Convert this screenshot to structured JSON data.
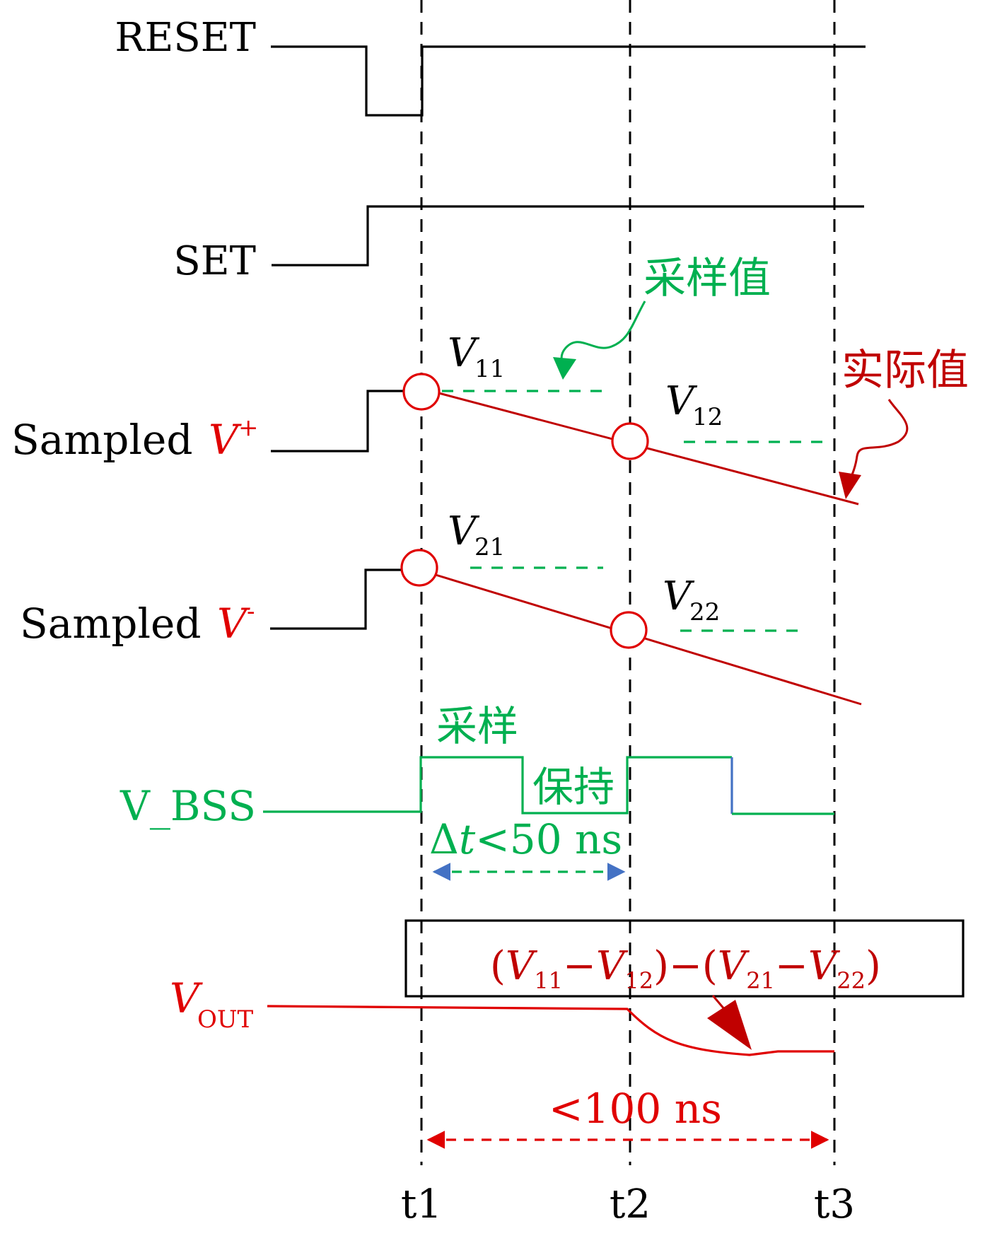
{
  "signals": {
    "reset": "RESET",
    "set": "SET",
    "sampled_word": "Sampled",
    "v_letter": "V",
    "plus": "+",
    "minus": "-",
    "v_bss": "V_BSS",
    "vout_sub": "OUT"
  },
  "annotations": {
    "sampled_value": "采样值",
    "actual_value": "实际值",
    "sample": "采样",
    "hold": "保持",
    "delta": "Δ",
    "t_letter": "t",
    "lt50": "<50 ns",
    "lt100": "<100 ns"
  },
  "points": {
    "v11": "11",
    "v12": "12",
    "v21": "21",
    "v22": "22"
  },
  "formula": {
    "open": "(",
    "minus": "−",
    "close_open": ")−(",
    "close": ")",
    "sub11": "11",
    "sub12": "12",
    "sub21": "21",
    "sub22": "22"
  },
  "times": [
    "t1",
    "t2",
    "t3"
  ],
  "colors": {
    "black": "#000000",
    "red": "#e00000",
    "dark_red": "#c00000",
    "green": "#00b050",
    "blue": "#4472c4"
  }
}
